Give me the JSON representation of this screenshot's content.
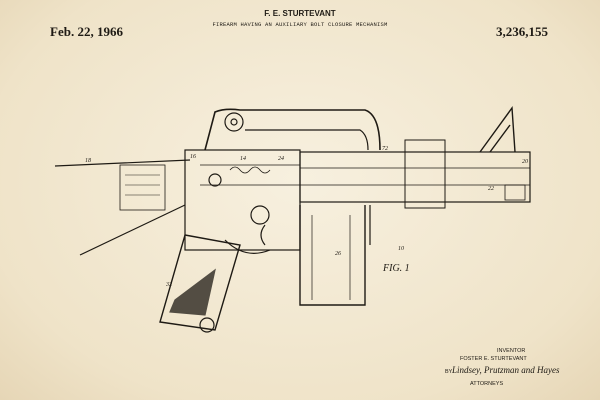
{
  "header": {
    "date": "Feb. 22, 1966",
    "inventor": "F. E. STURTEVANT",
    "title": "FIREARM HAVING AN AUXILIARY BOLT CLOSURE MECHANISM",
    "patent_number": "3,236,155"
  },
  "figure": {
    "label": "FIG. 1",
    "refs": [
      "18",
      "10",
      "32",
      "26",
      "16",
      "20",
      "22",
      "14",
      "24",
      "72"
    ]
  },
  "footer": {
    "inventor_label": "INVENTOR",
    "inventor_name": "FOSTER E. STURTEVANT",
    "by": "BY",
    "signature": "Lindsey, Prutzman and Hayes",
    "attorneys_label": "ATTORNEYS"
  },
  "colors": {
    "paper": "#f3ead6",
    "ink": "#1e1a14"
  }
}
